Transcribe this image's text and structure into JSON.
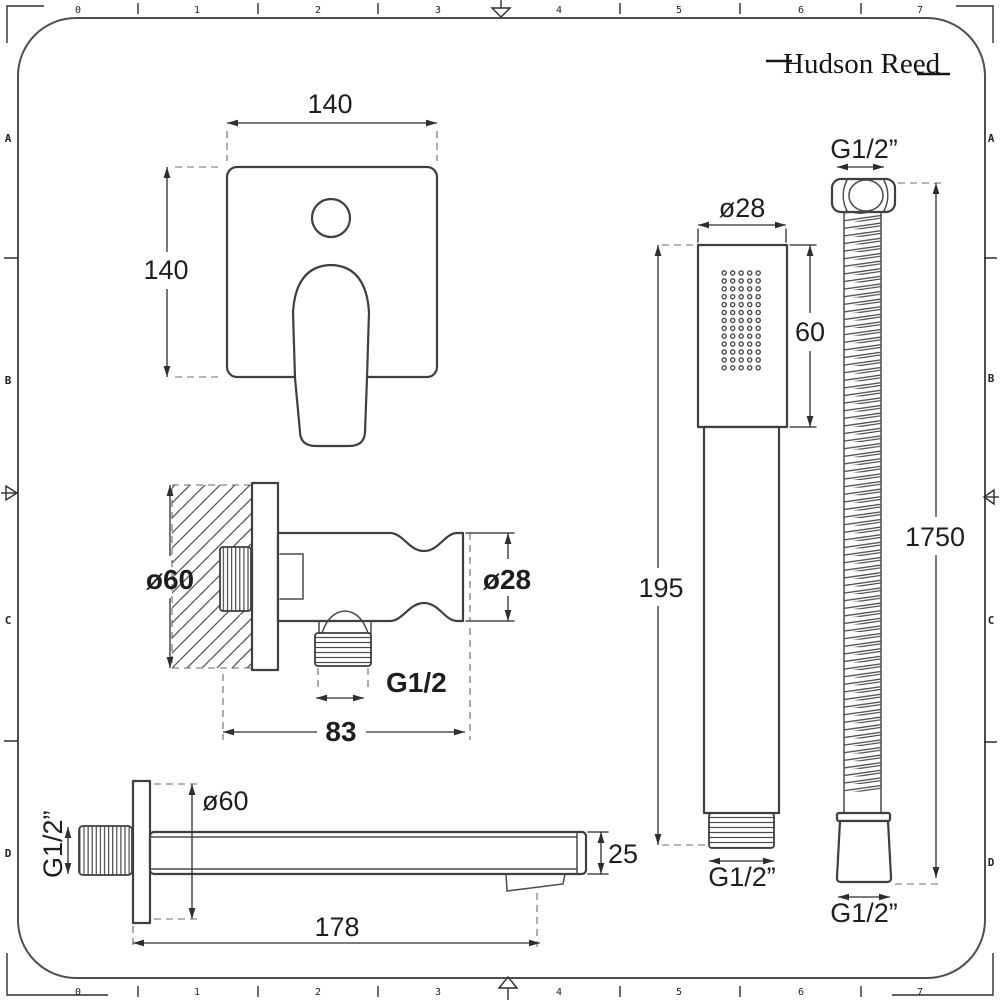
{
  "page": {
    "background_color": "#ffffff",
    "line_color": "#3f3f3f",
    "text_color": "#1e1e1e",
    "description": "Technical dimension drawing of a Hudson Reed shower fitting set: concealed mixer valve plate, wall outlet elbow with handset holder, wall-mounted bath spout, square handheld shower handset and flexible shower hose"
  },
  "brand": {
    "logo_text": "Hudson Reed"
  },
  "frame": {
    "top_ruler_numbers": [
      "0",
      "1",
      "2",
      "3",
      "4",
      "5",
      "6",
      "7"
    ],
    "bottom_ruler_numbers": [
      "0",
      "1",
      "2",
      "3",
      "4",
      "5",
      "6",
      "7"
    ],
    "left_ruler_letters": [
      "A",
      "B",
      "C",
      "D"
    ],
    "right_ruler_letters": [
      "A",
      "B",
      "C",
      "D"
    ]
  },
  "components": {
    "mixer_valve": {
      "name": "concealed mixer valve face plate with lever handle",
      "width_label": "140",
      "height_label": "140"
    },
    "outlet_elbow": {
      "name": "wall outlet elbow with handset holder",
      "flange_diameter_label": "ø60",
      "holder_diameter_label": "ø28",
      "thread_label": "G1/2",
      "length_label": "83"
    },
    "spout": {
      "name": "wall mounted bath spout",
      "flange_diameter_label": "ø60",
      "thread_label": "G1/2”",
      "height_label": "25",
      "length_label": "178"
    },
    "handset": {
      "name": "square pencil handset",
      "width_label": "ø28",
      "face_length_label": "60",
      "total_length_label": "195",
      "thread_label": "G1/2”"
    },
    "hose": {
      "name": "flexible shower hose",
      "top_thread_label": "G1/2”",
      "length_label": "1750",
      "bottom_thread_label": "G1/2”"
    }
  }
}
